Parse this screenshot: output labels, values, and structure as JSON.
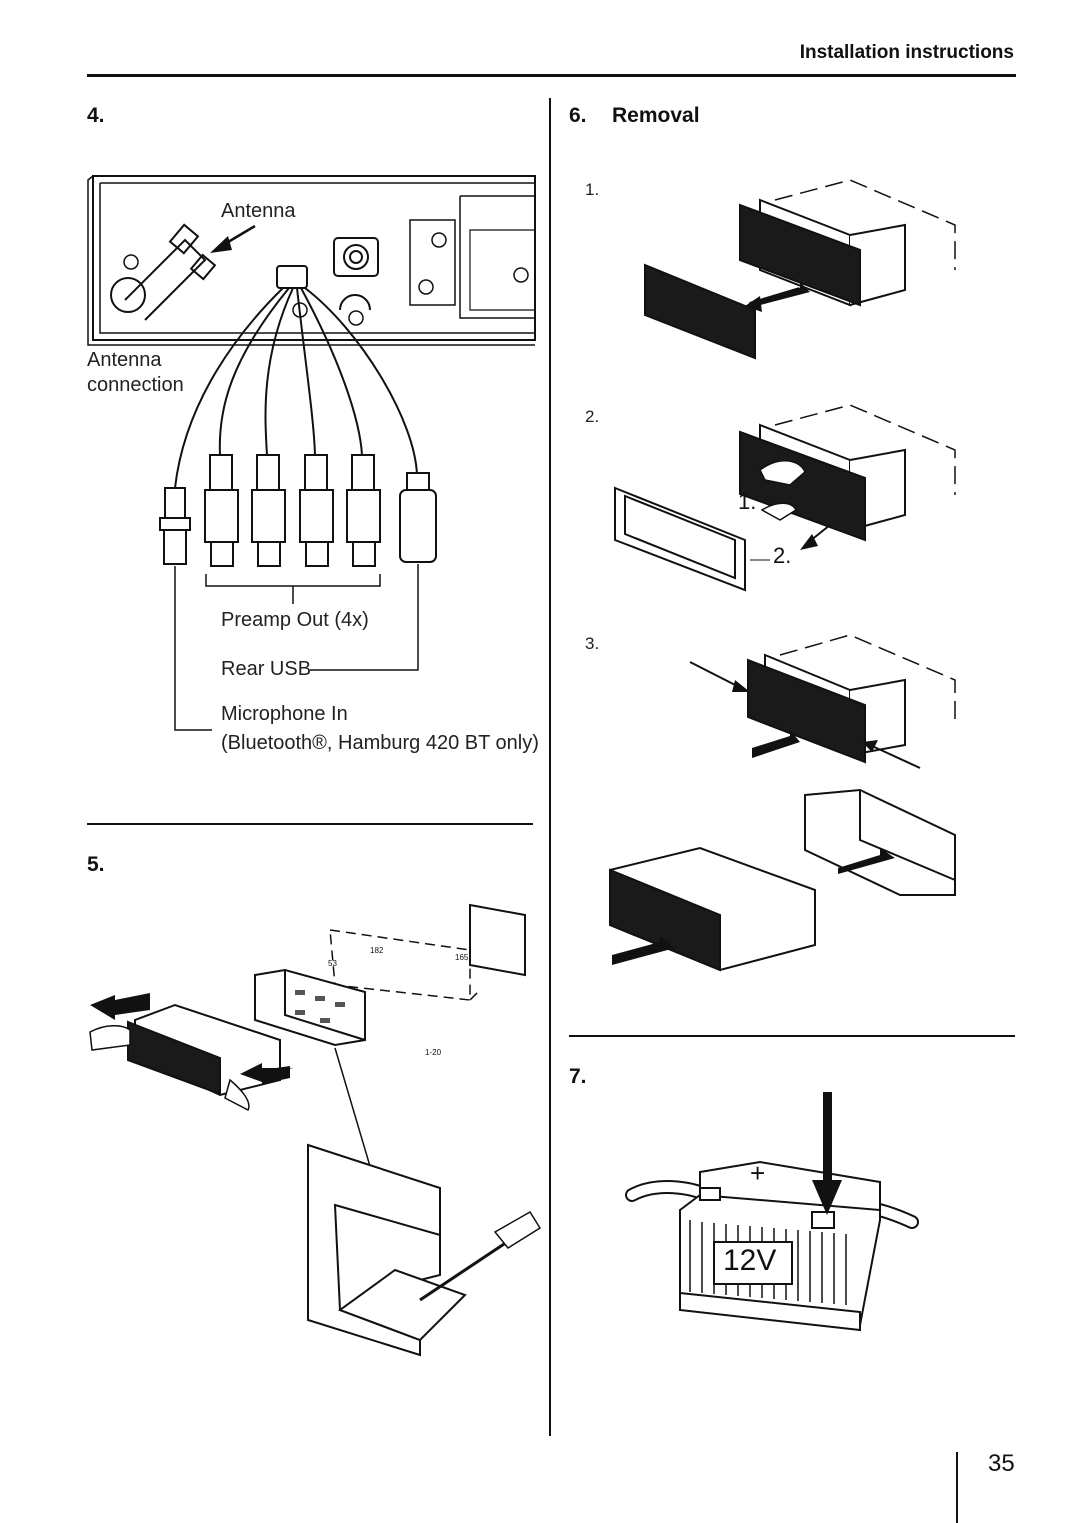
{
  "header": {
    "title": "Installation instructions"
  },
  "step4": {
    "number": "4.",
    "labels": {
      "antenna": "Antenna",
      "antenna_connection_1": "Antenna",
      "antenna_connection_2": "connection",
      "preamp_out": "Preamp Out (4x)",
      "rear_usb": "Rear USB",
      "microphone_in": "Microphone In",
      "bluetooth_note": "(Bluetooth®, Hamburg 420 BT only)"
    }
  },
  "step5": {
    "number": "5.",
    "dim_labels": {
      "d182": "182",
      "d165": "165",
      "d53": "53",
      "d120": "1-20"
    }
  },
  "step6": {
    "number": "6.",
    "title": "Removal",
    "sub1": "1.",
    "sub2": "2.",
    "sub3": "3.",
    "callout1": "1.",
    "callout2": "2."
  },
  "step7": {
    "number": "7.",
    "battery_label": "12V",
    "plus": "+"
  },
  "footer": {
    "page_number": "35"
  }
}
